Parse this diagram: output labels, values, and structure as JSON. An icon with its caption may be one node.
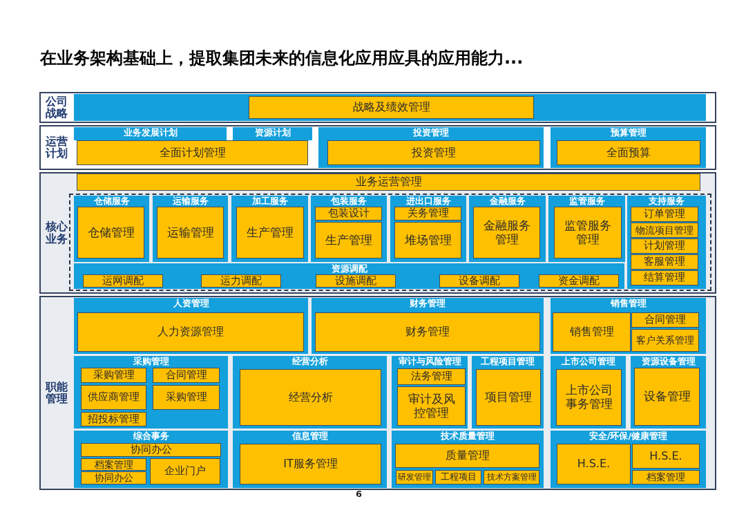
{
  "diagram": {
    "title": "在业务架构基础上，提取集团未来的信息化应用应具的应用能力...",
    "nodes": [
      {
        "text": [
          "公司战略"
        ]
      },
      {
        "text": [],
        "shape": "box",
        "in": 0
      },
      {
        "text": [
          "战略及绩效管理"
        ],
        "in": 1
      },
      {
        "text": [
          "运营计划"
        ]
      },
      {
        "text": [
          "业务发展计划"
        ],
        "in": 3
      },
      {
        "text": [
          "资源计划"
        ],
        "in": 3
      },
      {
        "text": [
          "全面计划管理"
        ],
        "in": 3
      },
      {
        "text": [
          "投资管理"
        ],
        "in": 3
      },
      {
        "text": [
          "投资管理"
        ],
        "in": 7
      },
      {
        "text": [
          "预算管理"
        ],
        "in": 3
      },
      {
        "text": [
          "全面预算"
        ],
        "in": 9
      },
      {
        "text": [
          "核心业务"
        ]
      },
      {
        "text": [
          "业务运营管理"
        ],
        "in": 11
      },
      {
        "text": [],
        "shape": "box",
        "in": 11
      },
      {
        "text": [
          "仓储服务"
        ],
        "in": 13
      },
      {
        "text": [
          "仓储管理"
        ],
        "in": 14
      },
      {
        "text": [
          "运输服务"
        ],
        "in": 13
      },
      {
        "text": [
          "运输管理"
        ],
        "in": 16
      },
      {
        "text": [
          "加工服务"
        ],
        "in": 13
      },
      {
        "text": [
          "生产管理"
        ],
        "in": 18
      },
      {
        "text": [
          "包装服务"
        ],
        "in": 13
      },
      {
        "text": [
          "包装设计"
        ],
        "in": 20
      },
      {
        "text": [
          "生产管理"
        ],
        "in": 20
      },
      {
        "text": [
          "进出口服务"
        ],
        "in": 13
      },
      {
        "text": [
          "关务管理"
        ],
        "in": 23
      },
      {
        "text": [
          "堆场管理"
        ],
        "in": 23
      },
      {
        "text": [
          "金融服务"
        ],
        "in": 13
      },
      {
        "text": [
          "金融服务管理"
        ],
        "in": 26
      },
      {
        "text": [
          "监管服务"
        ],
        "in": 13
      },
      {
        "text": [
          "监管服务管理"
        ],
        "in": 28
      },
      {
        "text": [
          "支持服务"
        ],
        "in": 13
      },
      {
        "text": [
          "订单管理"
        ],
        "in": 30
      },
      {
        "text": [
          "物流项目管理"
        ],
        "in": 30
      },
      {
        "text": [
          "计划管理"
        ],
        "in": 30
      },
      {
        "text": [
          "客服管理"
        ],
        "in": 30
      },
      {
        "text": [
          "结算管理"
        ],
        "in": 30
      },
      {
        "text": [
          "资源调配"
        ],
        "in": 13
      },
      {
        "text": [
          "运网调配"
        ],
        "in": 36
      },
      {
        "text": [
          "运力调配"
        ],
        "in": 36
      },
      {
        "text": [
          "设施调配"
        ],
        "in": 36
      },
      {
        "text": [
          "设备调配"
        ],
        "in": 36
      },
      {
        "text": [
          "资金调配"
        ],
        "in": 36
      },
      {
        "text": [
          "职能管理"
        ]
      },
      {
        "text": [
          "人资管理"
        ],
        "in": 42
      },
      {
        "text": [
          "人力资源管理"
        ],
        "in": 43
      },
      {
        "text": [
          "财务管理"
        ],
        "in": 42
      },
      {
        "text": [
          "财务管理"
        ],
        "in": 45
      },
      {
        "text": [
          "销售管理"
        ],
        "in": 42
      },
      {
        "text": [
          "销售管理"
        ],
        "in": 47
      },
      {
        "text": [
          "合同管理"
        ],
        "in": 47
      },
      {
        "text": [
          "客户关系管理"
        ],
        "in": 47
      },
      {
        "text": [
          "采购管理"
        ],
        "in": 42
      },
      {
        "text": [
          "采购管理"
        ],
        "in": 51
      },
      {
        "text": [
          "合同管理"
        ],
        "in": 51
      },
      {
        "text": [
          "供应商管理"
        ],
        "in": 51
      },
      {
        "text": [
          "采购管理"
        ],
        "in": 51
      },
      {
        "text": [
          "招投标管理"
        ],
        "in": 51
      },
      {
        "text": [
          "经营分析"
        ],
        "in": 42
      },
      {
        "text": [
          "经营分析"
        ],
        "in": 57
      },
      {
        "text": [
          "审计与风险管理"
        ],
        "in": 42
      },
      {
        "text": [
          "法务管理"
        ],
        "in": 59
      },
      {
        "text": [
          "审计及风控管理"
        ],
        "in": 59
      },
      {
        "text": [
          "工程项目管理"
        ],
        "in": 42
      },
      {
        "text": [
          "项目管理"
        ],
        "in": 62
      },
      {
        "text": [
          "上市公司管理"
        ],
        "in": 42
      },
      {
        "text": [
          "上市公司事务管理"
        ],
        "in": 64
      },
      {
        "text": [
          "资源设备管理"
        ],
        "in": 42
      },
      {
        "text": [
          "设备管理"
        ],
        "in": 66
      },
      {
        "text": [
          "综合事务"
        ],
        "in": 42
      },
      {
        "text": [
          "协同办公"
        ],
        "in": 68
      },
      {
        "text": [
          "档案管理"
        ],
        "in": 68
      },
      {
        "text": [
          "协同办公"
        ],
        "in": 68
      },
      {
        "text": [
          "企业门户"
        ],
        "in": 68
      },
      {
        "text": [
          "信息管理"
        ],
        "in": 42
      },
      {
        "text": [
          "IT服务管理"
        ],
        "in": 73
      },
      {
        "text": [
          "技术质量管理"
        ],
        "in": 42
      },
      {
        "text": [
          "质量管理"
        ],
        "in": 75
      },
      {
        "text": [
          "研发管理"
        ],
        "in": 75
      },
      {
        "text": [
          "工程项目"
        ],
        "in": 75
      },
      {
        "text": [
          "技术方案管理"
        ],
        "in": 75
      },
      {
        "text": [
          "安全/环保/健康管理"
        ],
        "in": 42
      },
      {
        "text": [
          "H.S.E."
        ],
        "in": 80
      },
      {
        "text": [
          "H.S.E."
        ],
        "in": 80
      },
      {
        "text": [
          "档案管理"
        ],
        "in": 80
      }
    ],
    "labels": [
      "6"
    ]
  }
}
